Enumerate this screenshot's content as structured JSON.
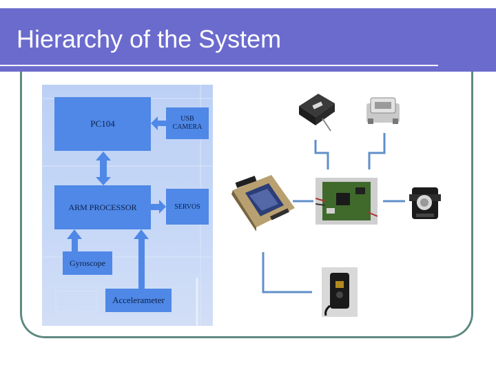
{
  "slide": {
    "title": "Hierarchy of the System"
  },
  "diagram": {
    "blocks": {
      "pc104": "PC104",
      "usb_camera_line1": "USB",
      "usb_camera_line2": "CAMERA",
      "arm_processor": "ARM PROCESSOR",
      "servos": "SERVOS",
      "gyroscope": "Gyroscope",
      "accelerometer": "Accelerameter"
    }
  },
  "photos": {
    "items": [
      "gyroscope-sensor",
      "accelerometer-sensor",
      "pc104-board",
      "arm-board",
      "servo-motor",
      "usb-camera"
    ]
  },
  "colors": {
    "title_bar": "#6b6bce",
    "frame": "#5e8a82",
    "block": "#4f88e6",
    "connector": "#5f8fc9"
  }
}
